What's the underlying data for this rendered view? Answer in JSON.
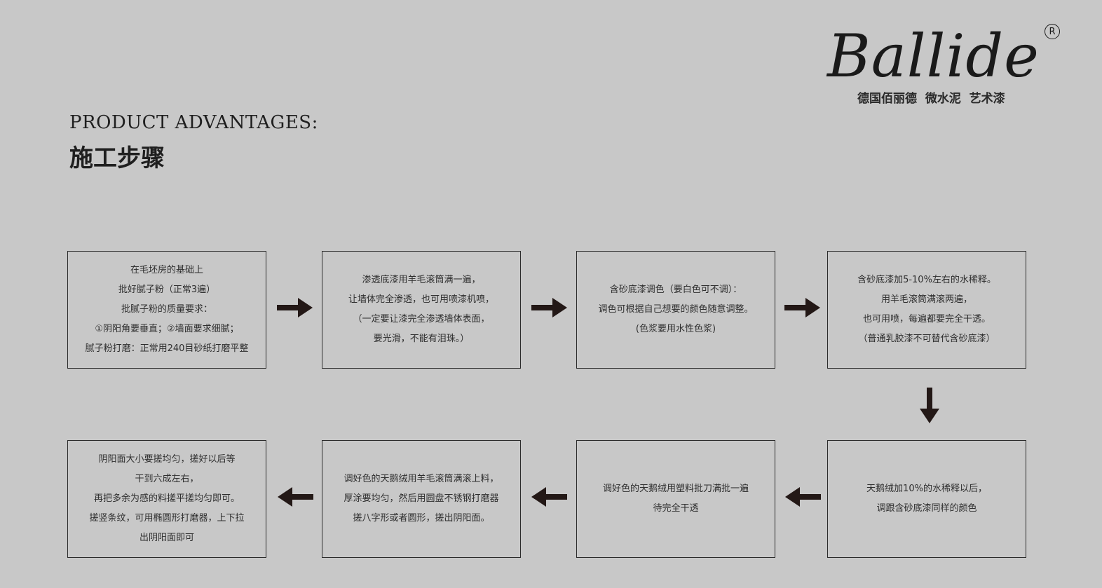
{
  "brand": {
    "wordmark": "Ballide",
    "registered": "R",
    "tagline": "德国佰丽德  微水泥  艺术漆"
  },
  "heading": {
    "en": "PRODUCT ADVANTAGES:",
    "cn": "施工步骤"
  },
  "steps": [
    {
      "lines": [
        "在毛坯房的基础上",
        "批好腻子粉（正常3遍）",
        "批腻子粉的质量要求：",
        "①阴阳角要垂直；②墙面要求细腻；",
        "腻子粉打磨：正常用240目砂纸打磨平整"
      ]
    },
    {
      "lines": [
        "渗透底漆用羊毛滚筒满一遍，",
        "让墙体完全渗透，也可用喷漆机喷，",
        "（一定要让漆完全渗透墙体表面，",
        "要光滑，不能有泪珠。）"
      ]
    },
    {
      "lines": [
        "含砂底漆调色（要白色可不调）：",
        "调色可根据自己想要的颜色随意调整。",
        "(色浆要用水性色浆)"
      ]
    },
    {
      "lines": [
        "含砂底漆加5-10%左右的水稀释。",
        "用羊毛滚筒满滚两遍，",
        "也可用喷，每遍都要完全干透。",
        "（普通乳胶漆不可替代含砂底漆）"
      ]
    },
    {
      "lines": [
        "天鹅绒加10%的水稀释以后，",
        "调跟含砂底漆同样的颜色"
      ]
    },
    {
      "lines": [
        "调好色的天鹅绒用塑料批刀满批一遍",
        "待完全干透"
      ]
    },
    {
      "lines": [
        "调好色的天鹅绒用羊毛滚筒满滚上料，",
        "厚涂要均匀，然后用圆盘不锈钢打磨器",
        "搓八字形或者圆形，搓出阴阳面。"
      ]
    },
    {
      "lines": [
        "阴阳面大小要搓均匀，搓好以后等",
        "干到六成左右，",
        "再把多余为感的料搓平搓均匀即可。",
        "搓竖条纹，可用椭圆形打磨器，上下拉",
        "出阴阳面即可"
      ]
    }
  ],
  "arrows": [
    "right",
    "right",
    "right",
    "down",
    "left",
    "left",
    "left"
  ],
  "colors": {
    "background": "#c8c8c8",
    "box_border": "#2b2b2b",
    "arrow": "#231816"
  }
}
